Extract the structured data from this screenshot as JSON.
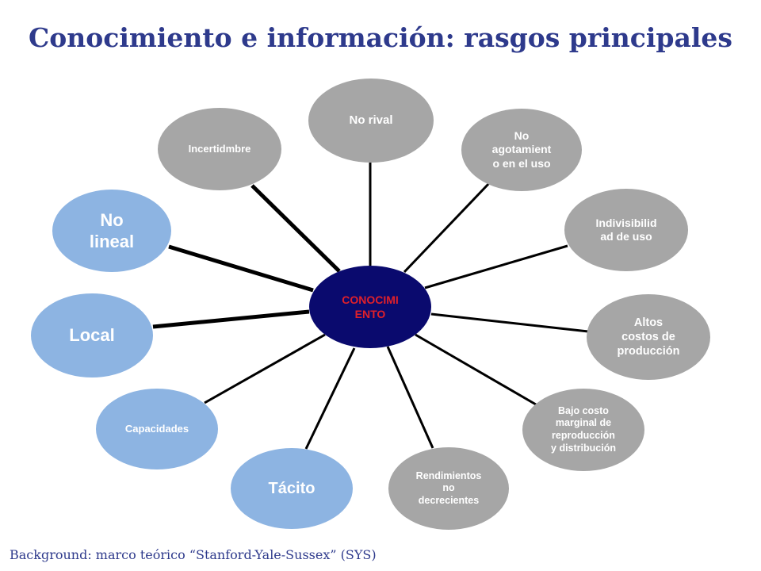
{
  "title": "Conocimiento e información: rasgos principales",
  "footer": "Background: marco teórico “Stanford-Yale-Sussex”  (SYS)",
  "colors": {
    "title": "#2e3a8c",
    "center_fill": "#0a0a6e",
    "center_text": "#e0202a",
    "gray_node": "#a6a6a6",
    "blue_node": "#8db4e2",
    "line": "#000000"
  },
  "center": {
    "label": "CONOCIMI\nENTO"
  },
  "nodes": [
    {
      "id": "no-rival",
      "label": "No rival",
      "style": "gray"
    },
    {
      "id": "no-agotamiento",
      "label": "No\nagotamient\no en el  uso",
      "style": "gray"
    },
    {
      "id": "indivisibilidad",
      "label": "Indivisibilid\nad de uso",
      "style": "gray"
    },
    {
      "id": "altos-costos",
      "label": "Altos\ncostos de\nproducción",
      "style": "gray"
    },
    {
      "id": "bajo-costo",
      "label": "Bajo costo\nmarginal de\nreproducción\ny distribución",
      "style": "gray"
    },
    {
      "id": "rendimientos",
      "label": "Rendimientos\nno\ndecrecientes",
      "style": "gray"
    },
    {
      "id": "tacito",
      "label": "Tácito",
      "style": "blue"
    },
    {
      "id": "capacidades",
      "label": "Capacidades",
      "style": "blue"
    },
    {
      "id": "local",
      "label": "Local",
      "style": "blue"
    },
    {
      "id": "no-lineal",
      "label": "No\nlineal",
      "style": "blue"
    },
    {
      "id": "incertidumbre",
      "label": "Incertidmbre",
      "style": "gray"
    }
  ]
}
